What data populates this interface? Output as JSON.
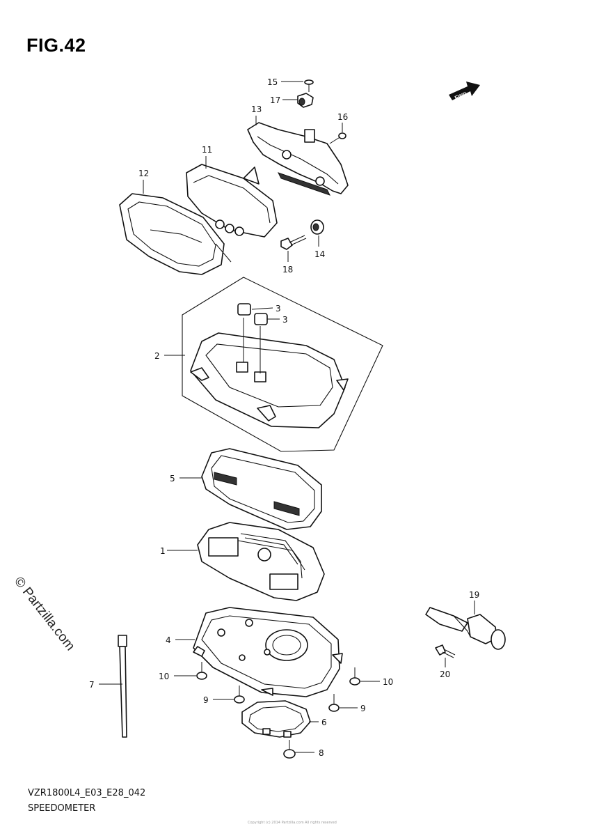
{
  "figure": {
    "title": "FIG.42",
    "model_code": "VZR1800L4_E03_E28_042",
    "section": "SPEEDOMETER",
    "watermark": "© Partzilla.com",
    "direction_tag": "FWD",
    "footnote": "Copyright (c) 2014 Partzilla.com  All rights reserved"
  },
  "callouts": {
    "c1": "1",
    "c2": "2",
    "c3a": "3",
    "c3b": "3",
    "c4": "4",
    "c5": "5",
    "c6": "6",
    "c7": "7",
    "c8": "8",
    "c9a": "9",
    "c9b": "9",
    "c10a": "10",
    "c10b": "10",
    "c11": "11",
    "c12": "12",
    "c13": "13",
    "c14": "14",
    "c15": "15",
    "c16": "16",
    "c17": "17",
    "c18": "18",
    "c19": "19",
    "c20": "20"
  },
  "colors": {
    "ink": "#111111",
    "paper": "#ffffff"
  }
}
